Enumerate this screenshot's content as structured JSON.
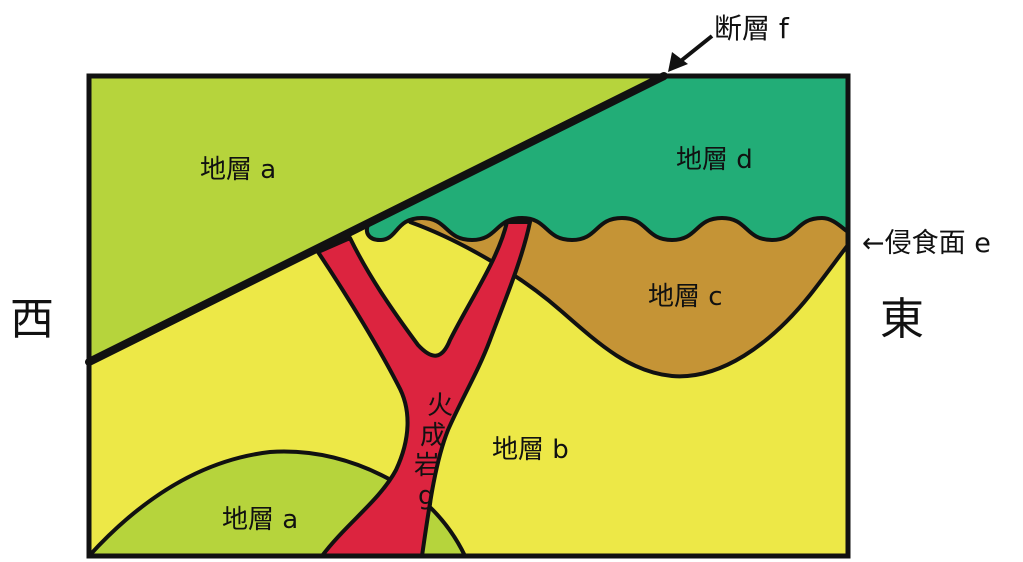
{
  "labels": {
    "fault": "断層 f",
    "erosion": "←侵食面 e",
    "west": "西",
    "east": "東",
    "layer_a_top": "地層 a",
    "layer_a_bottom": "地層 a",
    "layer_b": "地層 b",
    "layer_c": "地層 c",
    "layer_d": "地層 d",
    "igneous": [
      "火",
      "成",
      "岩",
      "g"
    ]
  },
  "colors": {
    "layer_a": "#b6d43c",
    "layer_b": "#ede847",
    "layer_c": "#c59436",
    "layer_d": "#22ad77",
    "igneous_g": "#dc243f",
    "outline": "#111111"
  }
}
